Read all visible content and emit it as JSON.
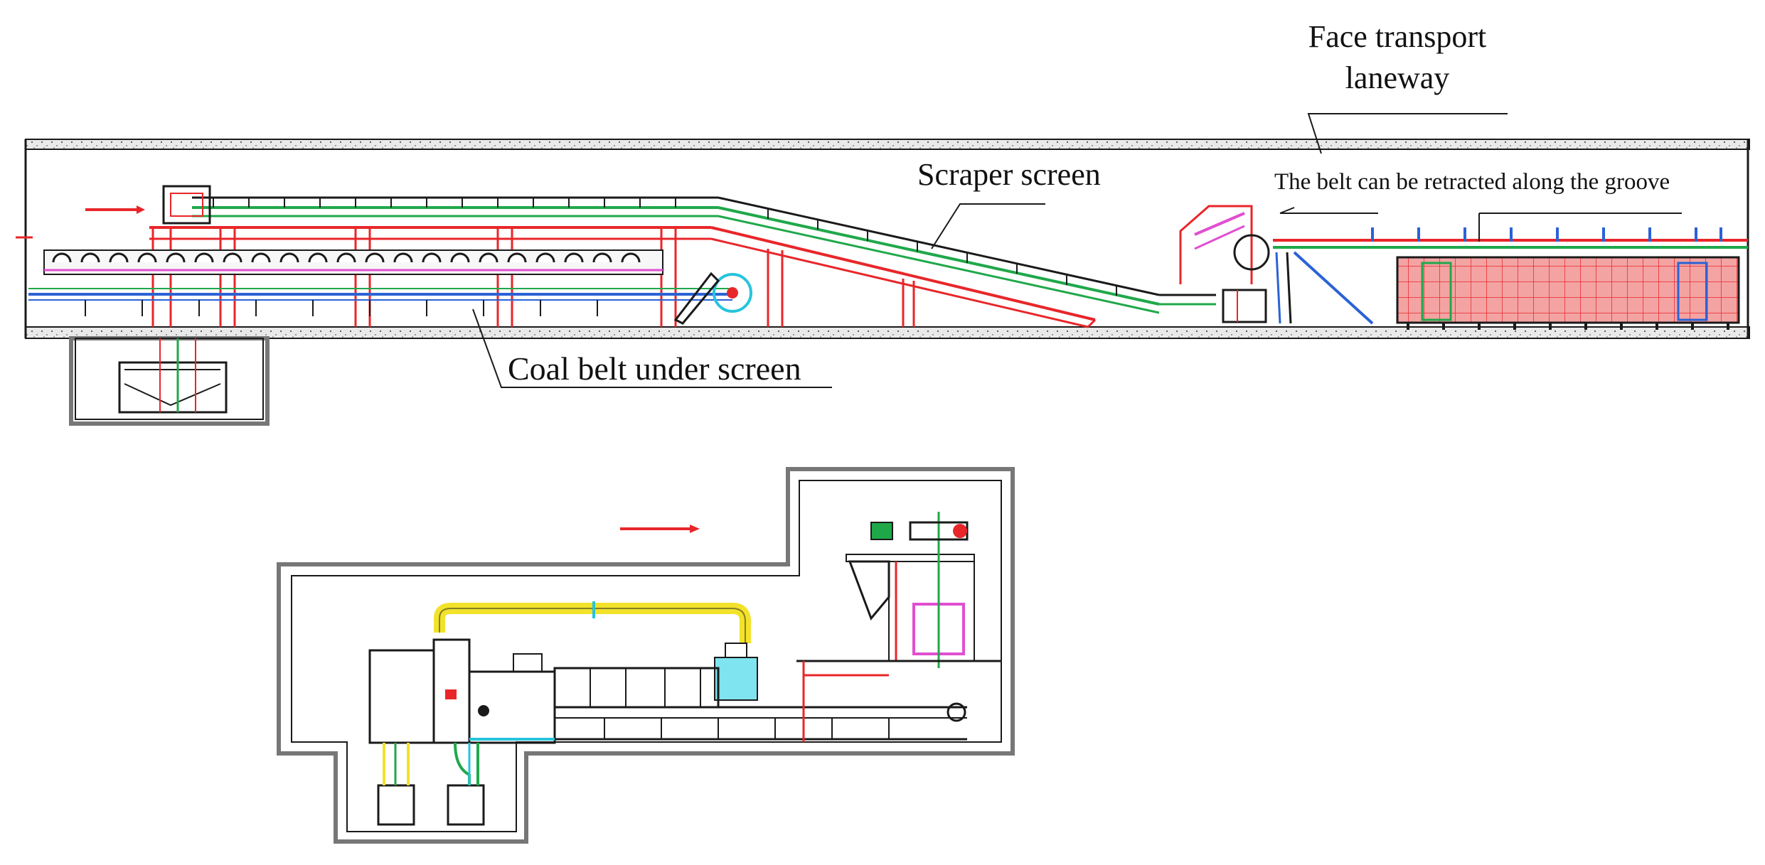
{
  "labels": {
    "face_transport_line1": "Face transport",
    "face_transport_line2": "laneway",
    "scraper_screen": "Scraper screen",
    "belt_retract": "The belt can be retracted along the groove",
    "coal_belt": "Coal belt under screen"
  },
  "colors": {
    "structure": "#e8262a",
    "conveyor_green": "#1fa84a",
    "belt_blue": "#2a62d6",
    "duct_yellow": "#f2e22a",
    "cyan": "#27c4dc",
    "magenta": "#e04fd0",
    "outline": "#1a1a1a",
    "wall_gray": "#777777"
  },
  "icons": {
    "flow_arrow": "red-arrow-icon",
    "drive_pulley": "pulley-icon",
    "machine": "machine-block-icon"
  }
}
